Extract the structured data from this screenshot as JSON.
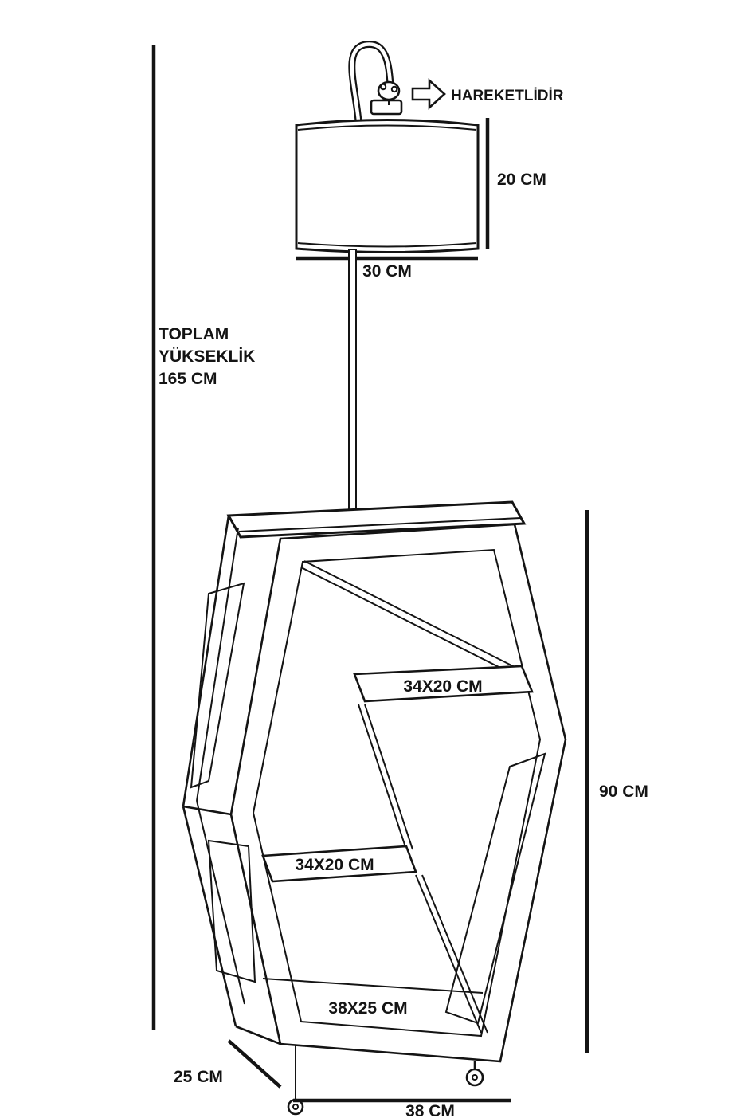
{
  "diagram": {
    "background": "#ffffff",
    "line_color": "#141414",
    "type": "furniture-dimension-drawing",
    "subject": "floor lamp with hexagonal shelf unit"
  },
  "labels": {
    "movable": "HAREKETLİDİR",
    "shade_height": "20 CM",
    "shade_width": "30 CM",
    "total_height": [
      "TOPLAM",
      "YÜKSEKLİK",
      "165 CM"
    ],
    "shelf_top": "34X20 CM",
    "shelf_middle": "34X20 CM",
    "shelf_bottom": "38X25 CM",
    "unit_height": "90 CM",
    "unit_depth": "25 CM",
    "unit_width": "38 CM"
  }
}
